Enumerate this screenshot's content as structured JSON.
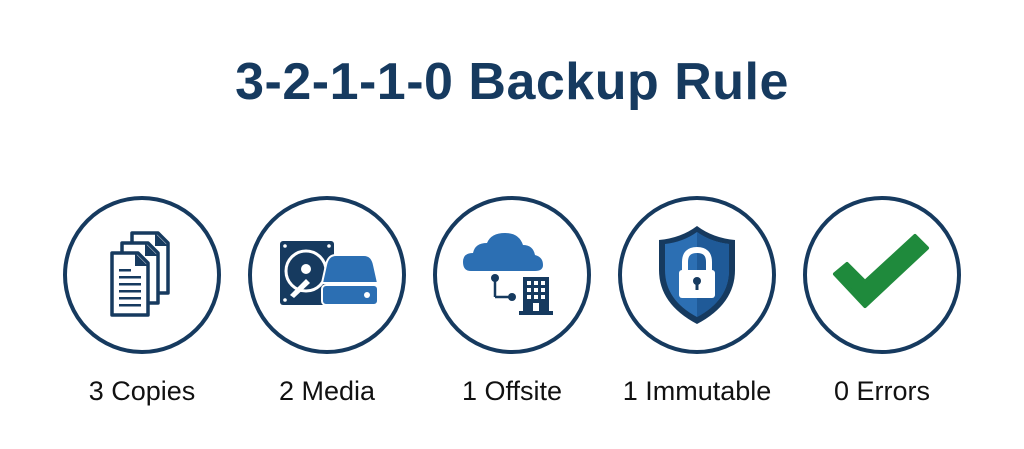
{
  "title": "3-2-1-1-0 Backup Rule",
  "colors": {
    "navy": "#163a5f",
    "blue": "#2c6fb3",
    "green": "#1f8a3c"
  },
  "items": [
    {
      "label": "3 Copies",
      "icon": "documents-icon"
    },
    {
      "label": "2 Media",
      "icon": "hard-drive-icon"
    },
    {
      "label": "1 Offsite",
      "icon": "cloud-building-icon"
    },
    {
      "label": "1 Immutable",
      "icon": "shield-lock-icon"
    },
    {
      "label": "0 Errors",
      "icon": "checkmark-icon"
    }
  ]
}
